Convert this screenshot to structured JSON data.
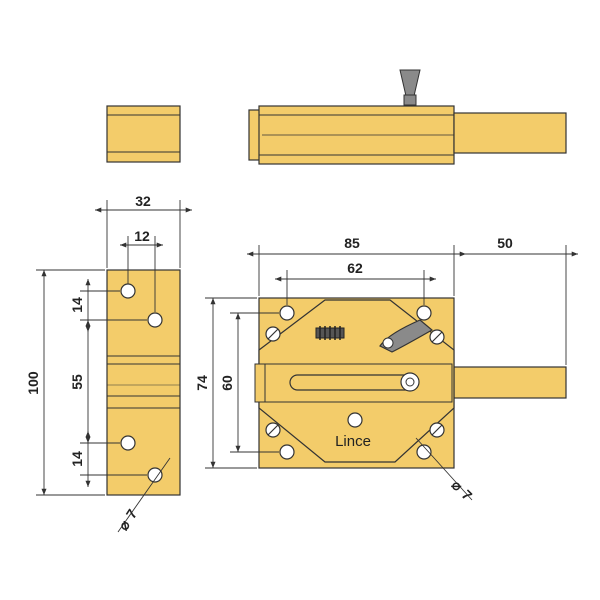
{
  "colors": {
    "brass": "#F3CC6A",
    "brass_dark": "#E2B64E",
    "outline": "#333333",
    "hole": "#FFFFFF",
    "knob": "#8A8A8A"
  },
  "brand": "Lince",
  "dimensions": {
    "width_32": "32",
    "spacing_12": "12",
    "height_100": "100",
    "top_14": "14",
    "middle_55": "55",
    "bottom_14": "14",
    "diameter_left": "7",
    "length_85": "85",
    "spacing_62": "62",
    "extension_50": "50",
    "height_74": "74",
    "height_60": "60",
    "diameter_right": "7"
  },
  "diameter_symbol": "⌀"
}
